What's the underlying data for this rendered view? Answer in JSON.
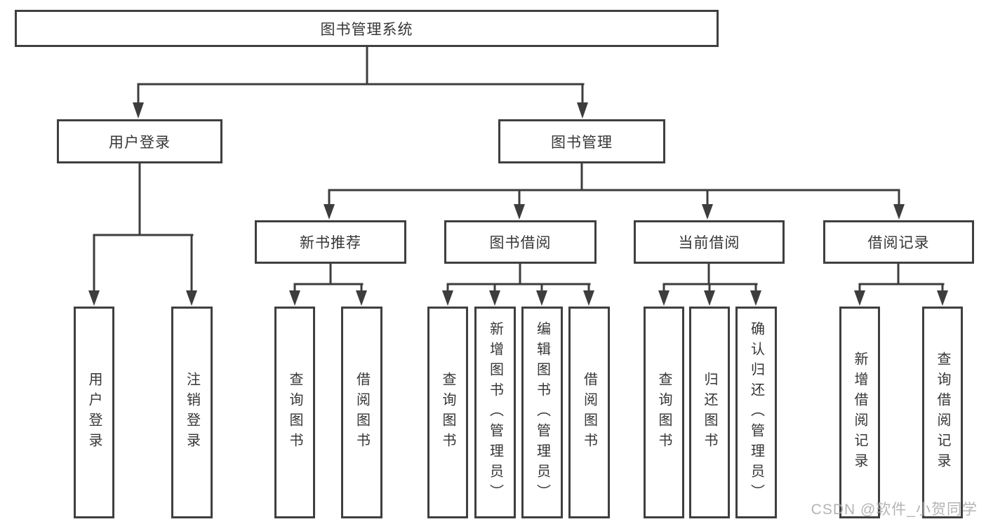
{
  "diagram": {
    "title": "图书管理系统",
    "root": {
      "label": "图书管理系统"
    },
    "branches": {
      "user_login": {
        "label": "用户登录",
        "children": [
          {
            "label": "用户登录"
          },
          {
            "label": "注销登录"
          }
        ]
      },
      "book_management": {
        "label": "图书管理",
        "sections": [
          {
            "label": "新书推荐",
            "children": [
              {
                "label": "查询图书"
              },
              {
                "label": "借阅图书"
              }
            ]
          },
          {
            "label": "图书借阅",
            "children": [
              {
                "label": "查询图书"
              },
              {
                "label": "新增图书（管理员）"
              },
              {
                "label": "编辑图书（管理员）"
              },
              {
                "label": "借阅图书"
              }
            ]
          },
          {
            "label": "当前借阅",
            "children": [
              {
                "label": "查询图书"
              },
              {
                "label": "归还图书"
              },
              {
                "label": "确认归还（管理员）"
              }
            ]
          },
          {
            "label": "借阅记录",
            "children": [
              {
                "label": "新增借阅记录"
              },
              {
                "label": "查询借阅记录"
              }
            ]
          }
        ]
      }
    }
  },
  "watermark": {
    "text": "CSDN @软件_小贺同学",
    "color": "#acacac"
  },
  "colors": {
    "line": "#3d3d3d",
    "border": "#3f3f3f",
    "text": "#363636",
    "background": "#ffffff"
  }
}
